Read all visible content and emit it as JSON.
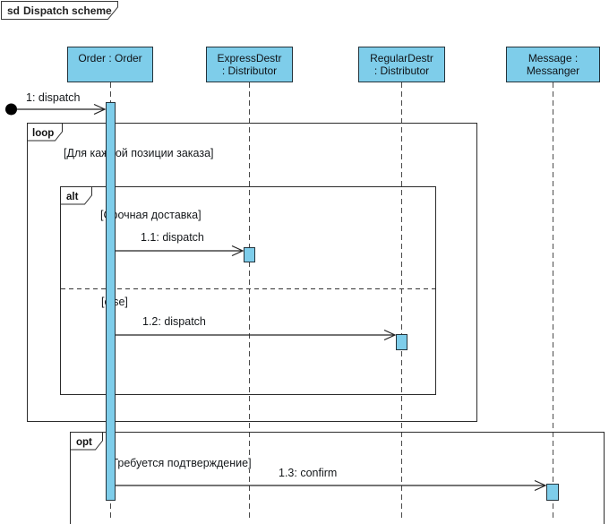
{
  "title": {
    "keyword": "sd",
    "name": "Dispatch scheme"
  },
  "lifelines": [
    {
      "id": "order",
      "label": "Order : Order"
    },
    {
      "id": "express-destr",
      "label": "ExpressDestr\n: Distributor"
    },
    {
      "id": "regular-destr",
      "label": "RegularDestr\n: Distributor"
    },
    {
      "id": "messanger",
      "label": "Message :\nMessanger"
    }
  ],
  "fragments": [
    {
      "operator": "loop",
      "guard": "[Для каждой позиции заказа]"
    },
    {
      "operator": "alt",
      "guard": "[Срочная доставка]",
      "else_guard": "[else]"
    },
    {
      "operator": "opt",
      "guard": "[Требуется подтверждение]"
    }
  ],
  "messages": [
    {
      "label": "1: dispatch",
      "from": "found-message-start",
      "to": "Order : Order"
    },
    {
      "label": "1.1: dispatch",
      "from": "Order : Order",
      "to": "ExpressDestr : Distributor"
    },
    {
      "label": "1.2: dispatch",
      "from": "Order : Order",
      "to": "RegularDestr : Distributor"
    },
    {
      "label": "1.3: confirm",
      "from": "Order : Order",
      "to": "Message : Messanger"
    }
  ],
  "colors": {
    "lifeline_fill": "#7ECDEA",
    "frame_border": "#2b2b2b",
    "background": "#FFFFFF"
  }
}
